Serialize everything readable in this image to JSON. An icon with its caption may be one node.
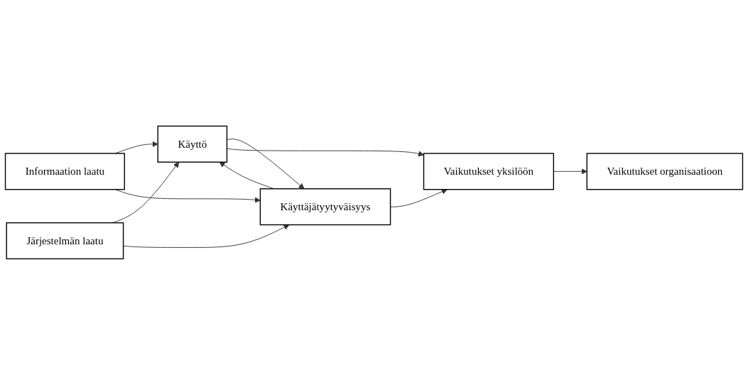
{
  "diagram": {
    "nodes": [
      {
        "text": [
          "Informaation laatu"
        ]
      },
      {
        "text": [
          "Järjestelmän laatu"
        ]
      },
      {
        "text": [
          "Käyttö"
        ]
      },
      {
        "text": [
          "Käyttäjätyytyväisyys"
        ]
      },
      {
        "text": [
          "Vaikutukset yksilöön"
        ]
      },
      {
        "text": [
          "Vaikutukset organisaatioon"
        ]
      }
    ],
    "edges": [
      {
        "from": 0,
        "to": 2,
        "arrow": "to"
      },
      {
        "from": 0,
        "to": 3,
        "arrow": "to"
      },
      {
        "from": 1,
        "to": 2,
        "arrow": "to"
      },
      {
        "from": 1,
        "to": 3,
        "arrow": "to"
      },
      {
        "from": 3,
        "to": 2,
        "arrow": "to"
      },
      {
        "from": 2,
        "to": 3,
        "arrow": "to"
      },
      {
        "from": 2,
        "to": 4,
        "arrow": "to"
      },
      {
        "from": 3,
        "to": 4,
        "arrow": "to"
      },
      {
        "from": 4,
        "to": 5,
        "arrow": "to"
      }
    ]
  }
}
